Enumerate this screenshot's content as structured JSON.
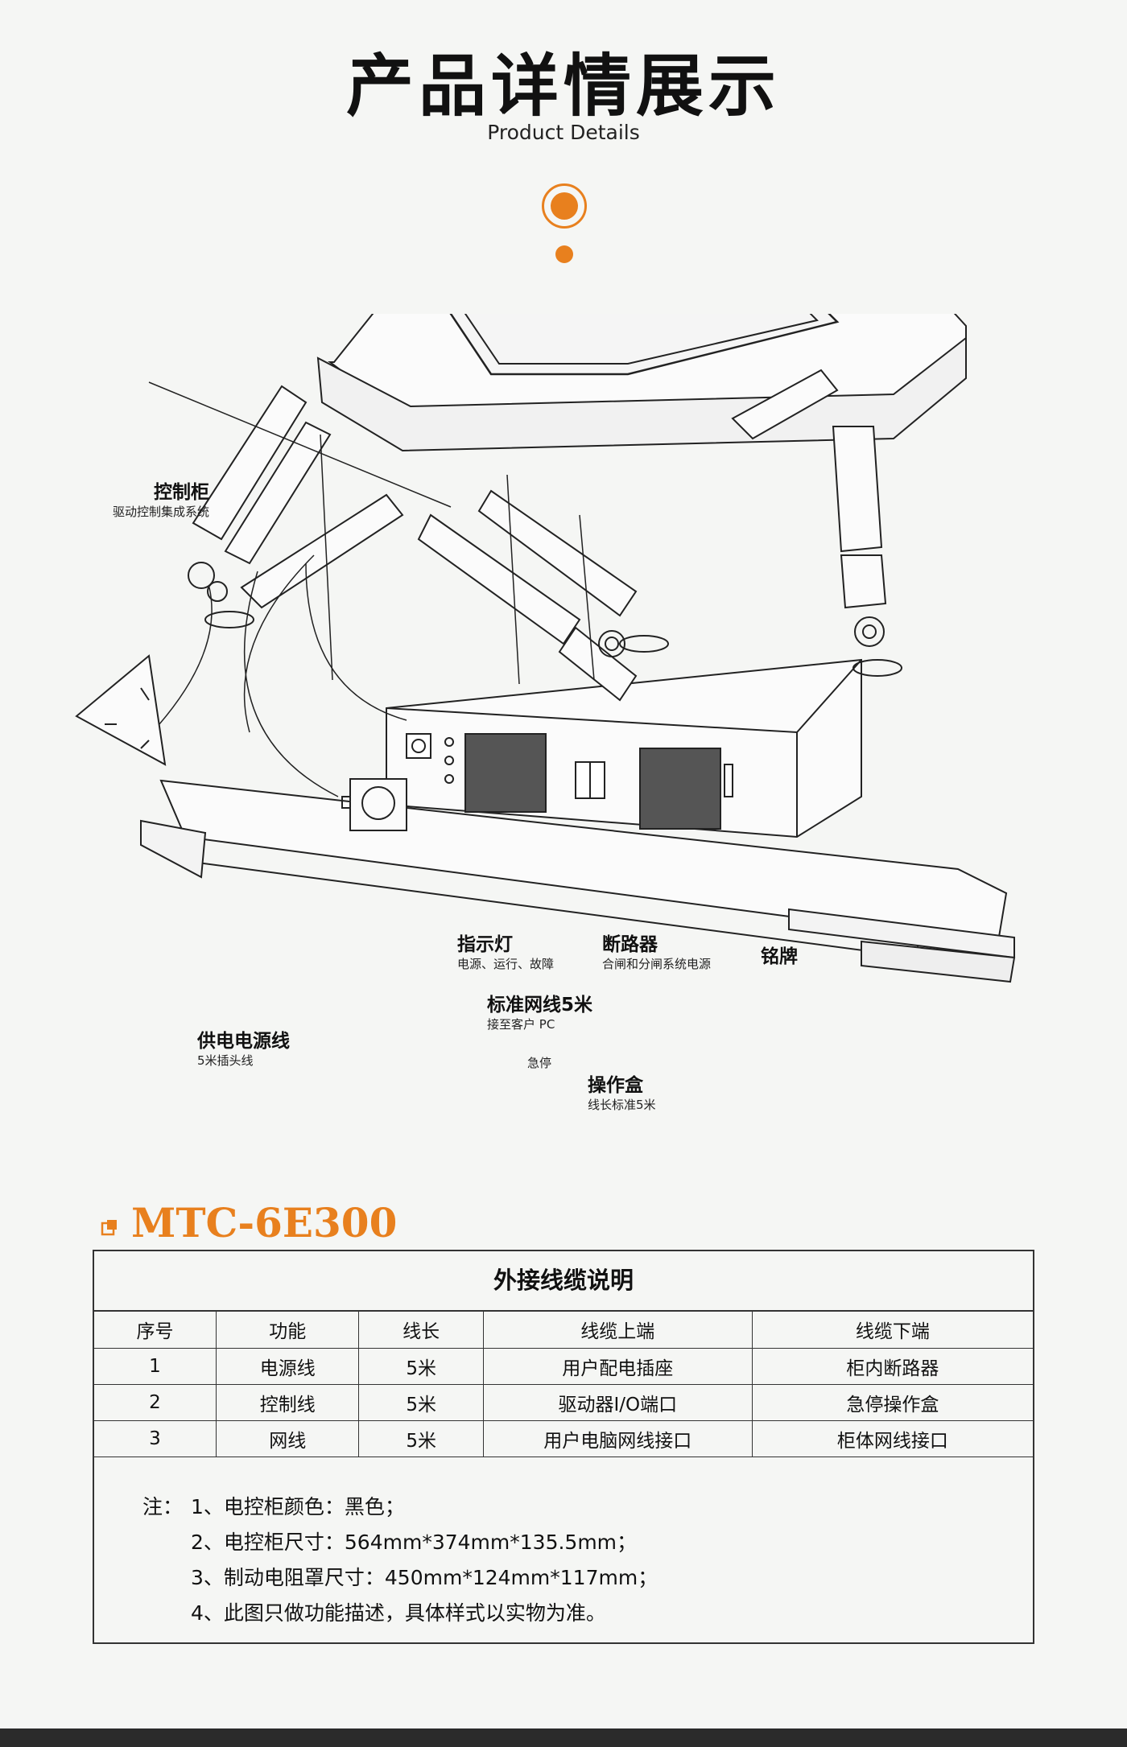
{
  "header": {
    "title": "产品详情展示",
    "subtitle": "Product Details"
  },
  "callouts": {
    "control_cabinet": {
      "main": "控制柜",
      "sub": "驱动控制集成系统"
    },
    "indicator": {
      "main": "指示灯",
      "sub": "电源、运行、故障"
    },
    "breaker": {
      "main": "断路器",
      "sub": "合闸和分闸系统电源"
    },
    "nameplate": {
      "main": "铭牌"
    },
    "network": {
      "main": "标准网线5米",
      "sub": "接至客户 PC"
    },
    "power_cable": {
      "main": "供电电源线",
      "sub": "5米插头线"
    },
    "op_box": {
      "main": "操作盒",
      "sub": "线长标准5米"
    },
    "estop": "急停"
  },
  "model": "MTC-6E300",
  "spec_table": {
    "title": "外接线缆说明",
    "headers": [
      "序号",
      "功能",
      "线长",
      "线缆上端",
      "线缆下端"
    ],
    "rows": [
      [
        "1",
        "电源线",
        "5米",
        "用户配电插座",
        "柜内断路器"
      ],
      [
        "2",
        "控制线",
        "5米",
        "驱动器I/O端口",
        "急停操作盒"
      ],
      [
        "3",
        "网线",
        "5米",
        "用户电脑网线接口",
        "柜体网线接口"
      ]
    ]
  },
  "notes": {
    "prefix": "注：",
    "items": [
      "1、电控柜颜色：黑色；",
      "2、电控柜尺寸：564mm*374mm*135.5mm；",
      "3、制动电阻罩尺寸：450mm*124mm*117mm；",
      "4、此图只做功能描述，具体样式以实物为准。"
    ]
  },
  "colors": {
    "accent": "#e8801e",
    "text": "#111111",
    "line": "#333333"
  }
}
